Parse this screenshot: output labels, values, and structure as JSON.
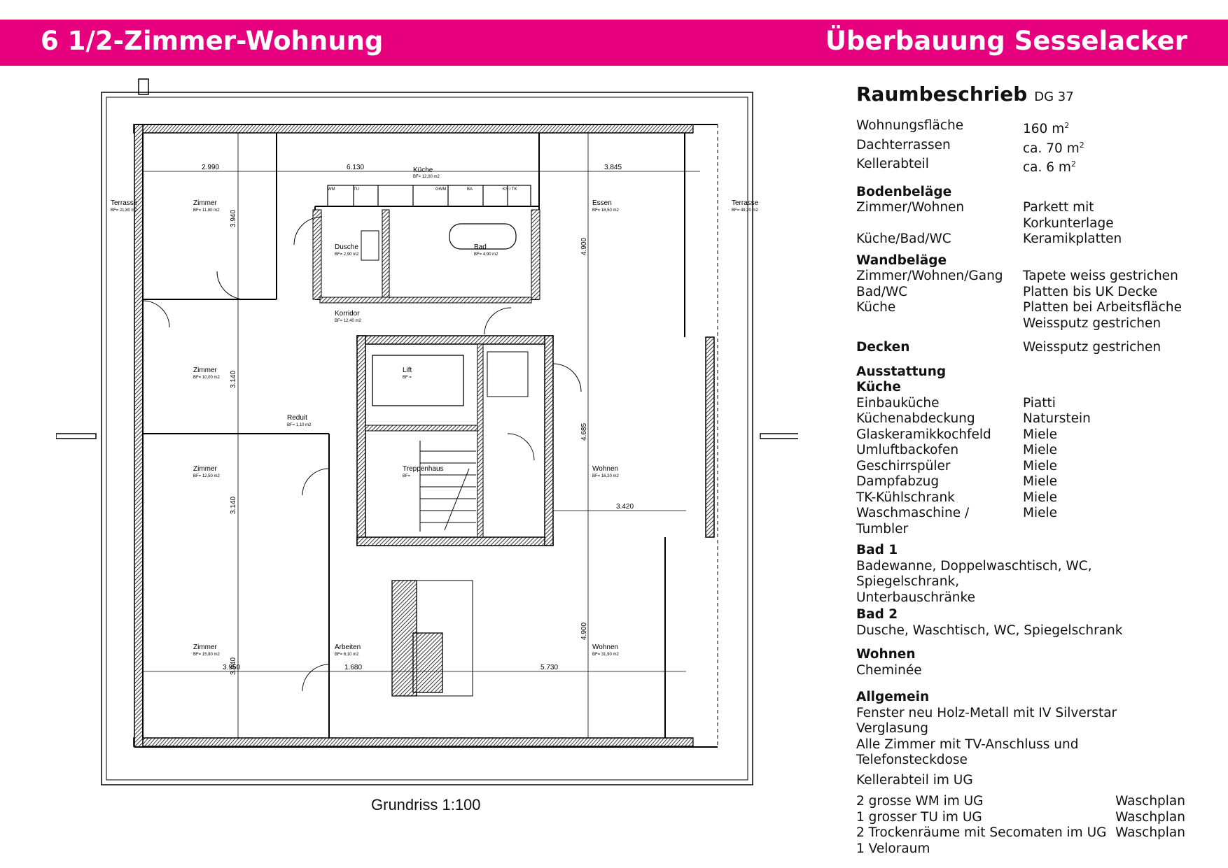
{
  "header": {
    "left_title": "6 1/2-Zimmer-Wohnung",
    "right_title": "Überbauung Sesselacker",
    "color": "#e6007e"
  },
  "plan": {
    "caption": "Grundriss 1:100",
    "rooms": [
      {
        "name": "Terrasse",
        "area": "BF= 21,80 m2"
      },
      {
        "name": "Zimmer",
        "area": "BF= 11,80 m2"
      },
      {
        "name": "Küche",
        "area": "BF= 12,00 m2"
      },
      {
        "name": "Essen",
        "area": "BF= 18,50 m2"
      },
      {
        "name": "Terrasse",
        "area": "BF= 49,20 m2"
      },
      {
        "name": "Dusche",
        "area": "BF= 2,90 m2"
      },
      {
        "name": "Bad",
        "area": "BF= 4,90 m2"
      },
      {
        "name": "Korridor",
        "area": "BF= 12,40 m2"
      },
      {
        "name": "Zimmer",
        "area": "BF= 10,00 m2"
      },
      {
        "name": "Lift",
        "area": "BF ="
      },
      {
        "name": "Reduit",
        "area": "BF= 1,10 m2"
      },
      {
        "name": "Zimmer",
        "area": "BF= 12,50 m2"
      },
      {
        "name": "Treppenhaus",
        "area": "BF="
      },
      {
        "name": "Wohnen",
        "area": "BF= 16,20 m2"
      },
      {
        "name": "Zimmer",
        "area": "BF= 15,80 m2"
      },
      {
        "name": "Arbeiten",
        "area": "BF= 6,10 m2"
      },
      {
        "name": "Wohnen",
        "area": "BF= 31,90 m2"
      }
    ],
    "dimensions": [
      "2.990",
      "6.130",
      "3.845",
      "3.940",
      "4.900",
      "3.140",
      "4.685",
      "3.420",
      "3.140",
      "3.950",
      "1.680",
      "5.730",
      "3.940",
      "4.900"
    ],
    "kitchen_labels": [
      "WM",
      "TU",
      "GWM",
      "BA",
      "KS / TK"
    ]
  },
  "panel": {
    "title": "Raumbeschrieb",
    "subtitle": "DG 37",
    "areas": [
      {
        "k": "Wohnungsfläche",
        "v": "160 m",
        "sup": "2"
      },
      {
        "k": "Dachterrassen",
        "v": "ca. 70 m",
        "sup": "2"
      },
      {
        "k": "Kellerabteil",
        "v": "ca. 6 m",
        "sup": "2"
      }
    ],
    "bodenbelaege": {
      "heading": "Bodenbeläge",
      "rows": [
        {
          "k": "Zimmer/Wohnen",
          "v": "Parkett mit Korkunterlage"
        },
        {
          "k": "Küche/Bad/WC",
          "v": "Keramikplatten"
        }
      ]
    },
    "wandbelaege": {
      "heading": "Wandbeläge",
      "rows": [
        {
          "k": "Zimmer/Wohnen/Gang",
          "v": "Tapete weiss gestrichen"
        },
        {
          "k": "Bad/WC",
          "v": "Platten bis UK Decke"
        },
        {
          "k": "Küche",
          "v": "Platten bei Arbeitsfläche"
        },
        {
          "k": "",
          "v": "Weissputz gestrichen"
        }
      ]
    },
    "decken": {
      "k": "Decken",
      "v": "Weissputz gestrichen"
    },
    "ausstattung": {
      "heading": "Ausstattung",
      "sub": "Küche",
      "rows": [
        {
          "k": "Einbauküche",
          "v": "Piatti"
        },
        {
          "k": "Küchenabdeckung",
          "v": "Naturstein"
        },
        {
          "k": "Glaskeramikkochfeld",
          "v": "Miele"
        },
        {
          "k": "Umluftbackofen",
          "v": "Miele"
        },
        {
          "k": "Geschirrspüler",
          "v": "Miele"
        },
        {
          "k": "Dampfabzug",
          "v": "Miele"
        },
        {
          "k": "TK-Kühlschrank",
          "v": "Miele"
        },
        {
          "k": "Waschmaschine / Tumbler",
          "v": "Miele"
        }
      ]
    },
    "bad1": {
      "heading": "Bad 1",
      "lines": [
        "Badewanne, Doppelwaschtisch, WC, Spiegelschrank,",
        "Unterbauschränke"
      ]
    },
    "bad2": {
      "heading": "Bad 2",
      "lines": [
        "Dusche, Waschtisch, WC, Spiegelschrank"
      ]
    },
    "wohnen": {
      "heading": "Wohnen",
      "lines": [
        "Cheminée"
      ]
    },
    "allgemein": {
      "heading": "Allgemein",
      "lines": [
        "Fenster neu Holz-Metall mit IV Silverstar Verglasung",
        "Alle Zimmer mit TV-Anschluss und Telefonsteckdose"
      ]
    },
    "keller": "Kellerabteil im UG",
    "ug": [
      {
        "k": "2 grosse WM im UG",
        "v": "Waschplan"
      },
      {
        "k": "1 grosser TU im UG",
        "v": "Waschplan"
      },
      {
        "k": "2 Trockenräume mit Secomaten im UG",
        "v": "Waschplan"
      },
      {
        "k": "1 Veloraum",
        "v": ""
      }
    ]
  }
}
